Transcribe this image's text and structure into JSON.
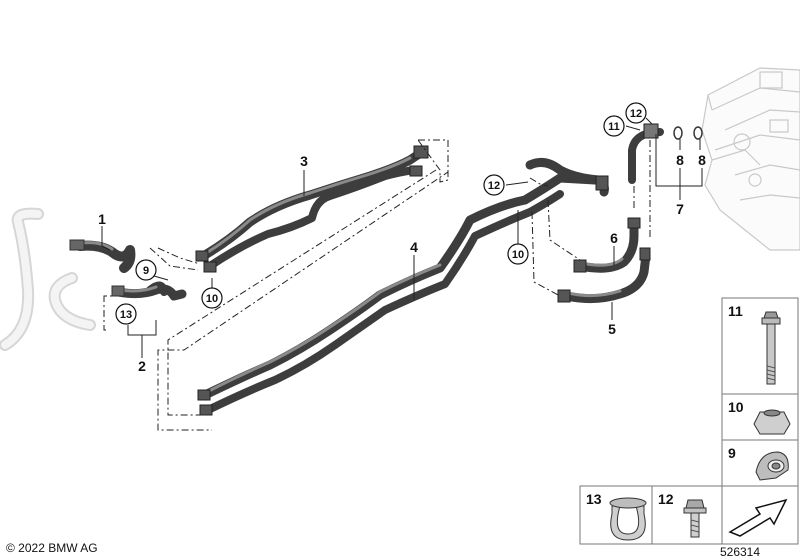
{
  "callouts": {
    "c1": "1",
    "c2": "2",
    "c3": "3",
    "c4": "4",
    "c5": "5",
    "c6": "6",
    "c7": "7",
    "c8a": "8",
    "c8b": "8",
    "c9": "9",
    "c10a": "10",
    "c10b": "10",
    "c11": "11",
    "c12a": "12",
    "c12b": "12",
    "c13": "13"
  },
  "parts_panel": {
    "p11": "11",
    "p10": "10",
    "p9": "9",
    "p13": "13",
    "p12": "12"
  },
  "footer": {
    "copyright": "© 2022 BMW AG",
    "diagram_number": "526314"
  },
  "icons": [
    "bolt-icon",
    "hex-nut-icon",
    "hose-clip-icon",
    "band-clamp-icon",
    "screw-icon",
    "forward-arrow-icon"
  ]
}
